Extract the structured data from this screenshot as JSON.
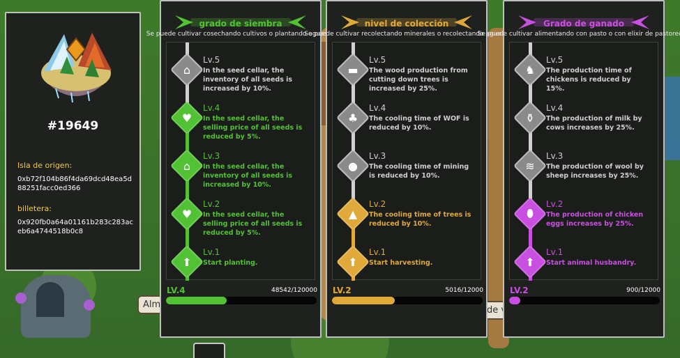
{
  "island": {
    "id": "#19649",
    "origin_label": "Isla de origen:",
    "origin_value": "0xb72f104b86f4da69dcd48ea5d88251facc0ed366",
    "wallet_label": "billetera:",
    "wallet_value": "0x920fb0a64a01161b283c283aceb6a4744518b0c8"
  },
  "background": {
    "button_left": "Alm",
    "button_right": "de v"
  },
  "panels": [
    {
      "title": "grado de siembra",
      "description": "Se puede cultivar cosechando cultivos o plantando aguas.",
      "accent": "#52c234",
      "progress_level": "LV.4",
      "progress_value": "48542/120000",
      "progress_current": 48542,
      "progress_max": 120000,
      "levels": [
        {
          "lv": "Lv.5",
          "text": "In the seed cellar, the inventory of all seeds is increased by 10%.",
          "icon": "greenhouse-icon",
          "glyph": "⌂",
          "unlocked": false
        },
        {
          "lv": "Lv.4",
          "text": "In the seed cellar, the selling price of all seeds is reduced by 5%.",
          "icon": "heart-icon",
          "glyph": "♥",
          "unlocked": true
        },
        {
          "lv": "Lv.3",
          "text": "In the seed cellar, the inventory of all seeds is increased by 10%.",
          "icon": "greenhouse-icon",
          "glyph": "⌂",
          "unlocked": true
        },
        {
          "lv": "Lv.2",
          "text": "In the seed cellar, the selling price of all seeds is reduced by 5%.",
          "icon": "heart-icon",
          "glyph": "♥",
          "unlocked": true
        },
        {
          "lv": "Lv.1",
          "text": "Start planting.",
          "icon": "arrow-up-icon",
          "glyph": "⬆",
          "unlocked": true
        }
      ]
    },
    {
      "title": "nivel de colección",
      "description": "Se puede cultivar recolectando minerales o recolectando agua.",
      "accent": "#e0a93a",
      "progress_level": "LV.2",
      "progress_value": "5016/12000",
      "progress_current": 5016,
      "progress_max": 12000,
      "levels": [
        {
          "lv": "Lv.5",
          "text": "The wood production from cutting down trees is increased by 25%.",
          "icon": "log-icon",
          "glyph": "▬",
          "unlocked": false
        },
        {
          "lv": "Lv.4",
          "text": "The cooling time of WOF is reduced by 10%.",
          "icon": "tree-icon",
          "glyph": "♣",
          "unlocked": false
        },
        {
          "lv": "Lv.3",
          "text": "The cooling time of mining is reduced by 10%.",
          "icon": "rock-icon",
          "glyph": "●",
          "unlocked": false
        },
        {
          "lv": "Lv.2",
          "text": "The cooling time of trees is reduced by 10%.",
          "icon": "pine-icon",
          "glyph": "▲",
          "unlocked": true
        },
        {
          "lv": "Lv.1",
          "text": "Start harvesting.",
          "icon": "arrow-up-icon",
          "glyph": "⬆",
          "unlocked": true
        }
      ]
    },
    {
      "title": "Grado de ganado",
      "description": "Se puede cultivar alimentando con pasto o con elixir de pastoreo.",
      "accent": "#c94fe0",
      "progress_level": "LV.2",
      "progress_value": "900/12000",
      "progress_current": 900,
      "progress_max": 12000,
      "levels": [
        {
          "lv": "Lv.5",
          "text": "The production time of chickens is reduced by 15%.",
          "icon": "chicken-icon",
          "glyph": "♞",
          "unlocked": false
        },
        {
          "lv": "Lv.4",
          "text": "The production of milk by cows increases by 25%.",
          "icon": "milk-icon",
          "glyph": "⚱",
          "unlocked": false
        },
        {
          "lv": "Lv.3",
          "text": "The production of wool by sheep increases by 25%.",
          "icon": "wool-icon",
          "glyph": "≋",
          "unlocked": false
        },
        {
          "lv": "Lv.2",
          "text": "The production of chicken eggs increases by 25%.",
          "icon": "eggs-icon",
          "glyph": "⬮",
          "unlocked": true
        },
        {
          "lv": "Lv.1",
          "text": "Start animal husbandry.",
          "icon": "arrow-up-icon",
          "glyph": "⬆",
          "unlocked": true
        }
      ]
    }
  ]
}
